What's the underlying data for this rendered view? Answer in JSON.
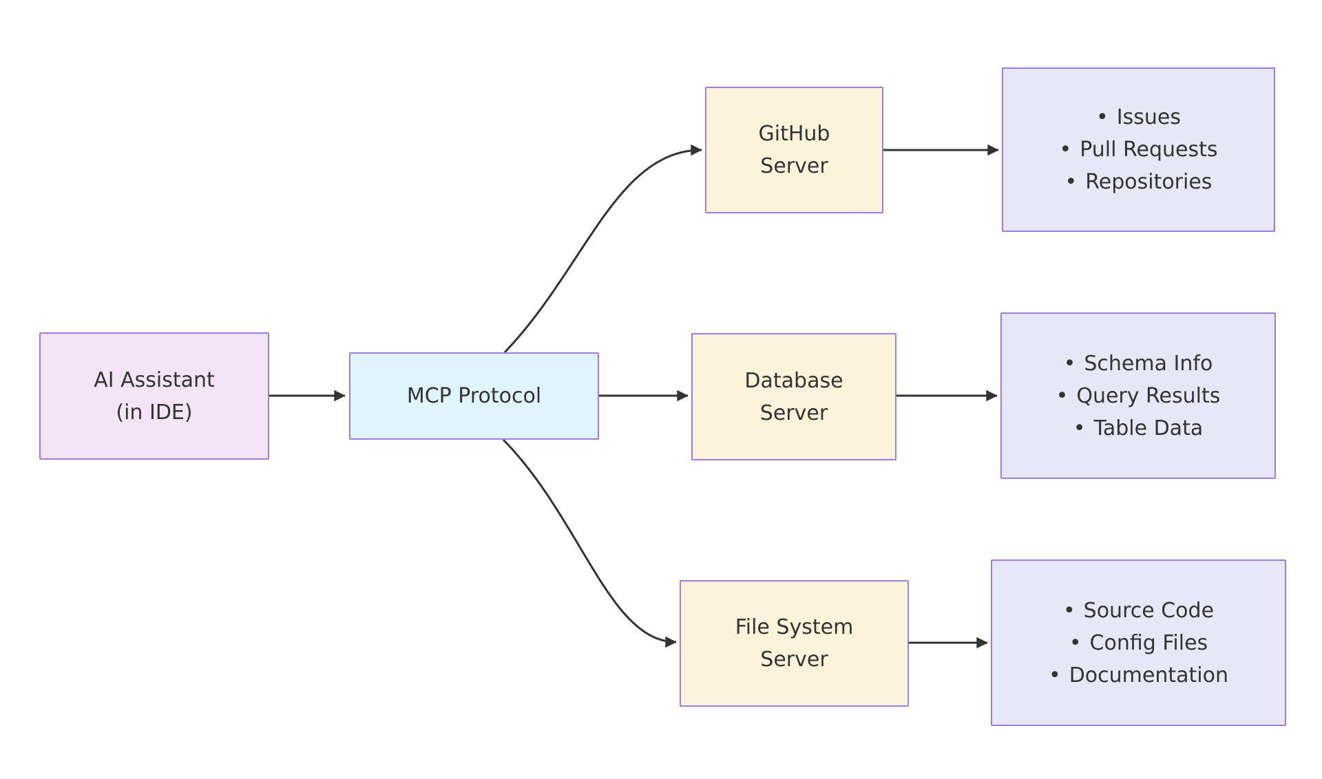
{
  "diagram": {
    "bullet": "•",
    "colors": {
      "background": "#ffffff",
      "node_border": "#9d7ce0",
      "arrow": "#333333",
      "text": "#333333",
      "ai_assistant_fill": "#f5e3f7",
      "protocol_fill": "#dff4fd",
      "server_fill": "#fcf3da",
      "output_fill": "#e8e7f8"
    },
    "nodes": {
      "ai_assistant": {
        "lines": [
          "AI Assistant",
          "(in IDE)"
        ]
      },
      "mcp": {
        "label": "MCP Protocol"
      },
      "github": {
        "lines": [
          "GitHub",
          "Server"
        ]
      },
      "database": {
        "lines": [
          "Database",
          "Server"
        ]
      },
      "filesystem": {
        "lines": [
          "File System",
          "Server"
        ]
      },
      "github_outputs": {
        "items": [
          "Issues",
          "Pull Requests",
          "Repositories"
        ]
      },
      "database_outputs": {
        "items": [
          "Schema Info",
          "Query Results",
          "Table Data"
        ]
      },
      "filesystem_outputs": {
        "items": [
          "Source Code",
          "Config Files",
          "Documentation"
        ]
      }
    }
  }
}
